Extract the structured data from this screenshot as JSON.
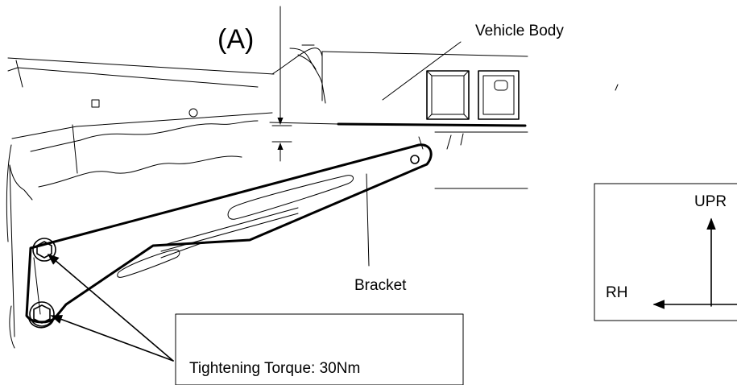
{
  "labels": {
    "dimension": "(A)",
    "vehicle_body": "Vehicle Body",
    "bracket": "Bracket",
    "torque": "Tightening Torque: 30Nm"
  },
  "orientation": {
    "up": "UPR",
    "side": "RH"
  }
}
